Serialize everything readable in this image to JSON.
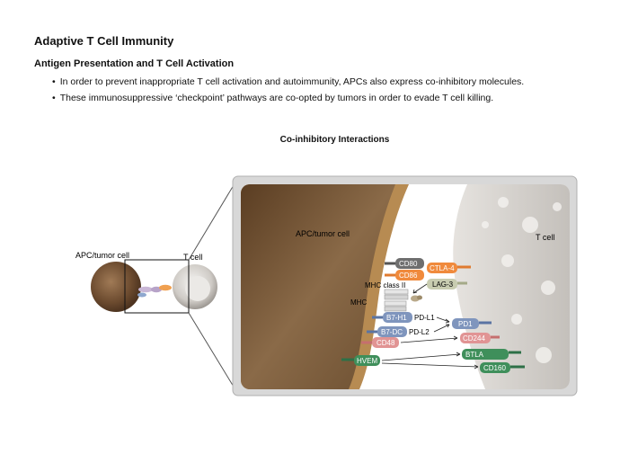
{
  "header": {
    "title": "Adaptive T Cell Immunity",
    "subtitle": "Antigen Presentation and T Cell Activation",
    "bullets": [
      "In order to prevent inappropriate T cell activation and autoimmunity, APCs also express co-inhibitory molecules.",
      "These immunosuppressive ‘checkpoint’ pathways are co-opted by tumors in order to evade T cell killing."
    ]
  },
  "figure": {
    "title": "Co-inhibitory Interactions",
    "overview": {
      "apc_label": "APC/tumor cell",
      "tcell_label": "T cell"
    },
    "zoom": {
      "apc_label": "APC/tumor cell",
      "tcell_label": "T cell",
      "apc_molecules": [
        "CD80",
        "CD86",
        "MHC class II",
        "MHC",
        "B7-H1",
        "B7-DC",
        "CD48",
        "HVEM"
      ],
      "tcell_molecules": [
        "CTLA-4",
        "LAG-3",
        "PD1",
        "CD244",
        "BTLA",
        "CD160"
      ],
      "pathway_labels": [
        "PD-L1",
        "PD-L2"
      ]
    },
    "colors": {
      "apc_brown": "#6b4a2e",
      "membrane_tan": "#b78b52",
      "tcell_gray": "#d9d6d1",
      "gray_receptor": "#6e6e6e",
      "orange": "#f08a3c",
      "blue": "#7f95bd",
      "pink": "#e19494",
      "green": "#3f8f5b",
      "olive": "#c8ccb0"
    }
  }
}
